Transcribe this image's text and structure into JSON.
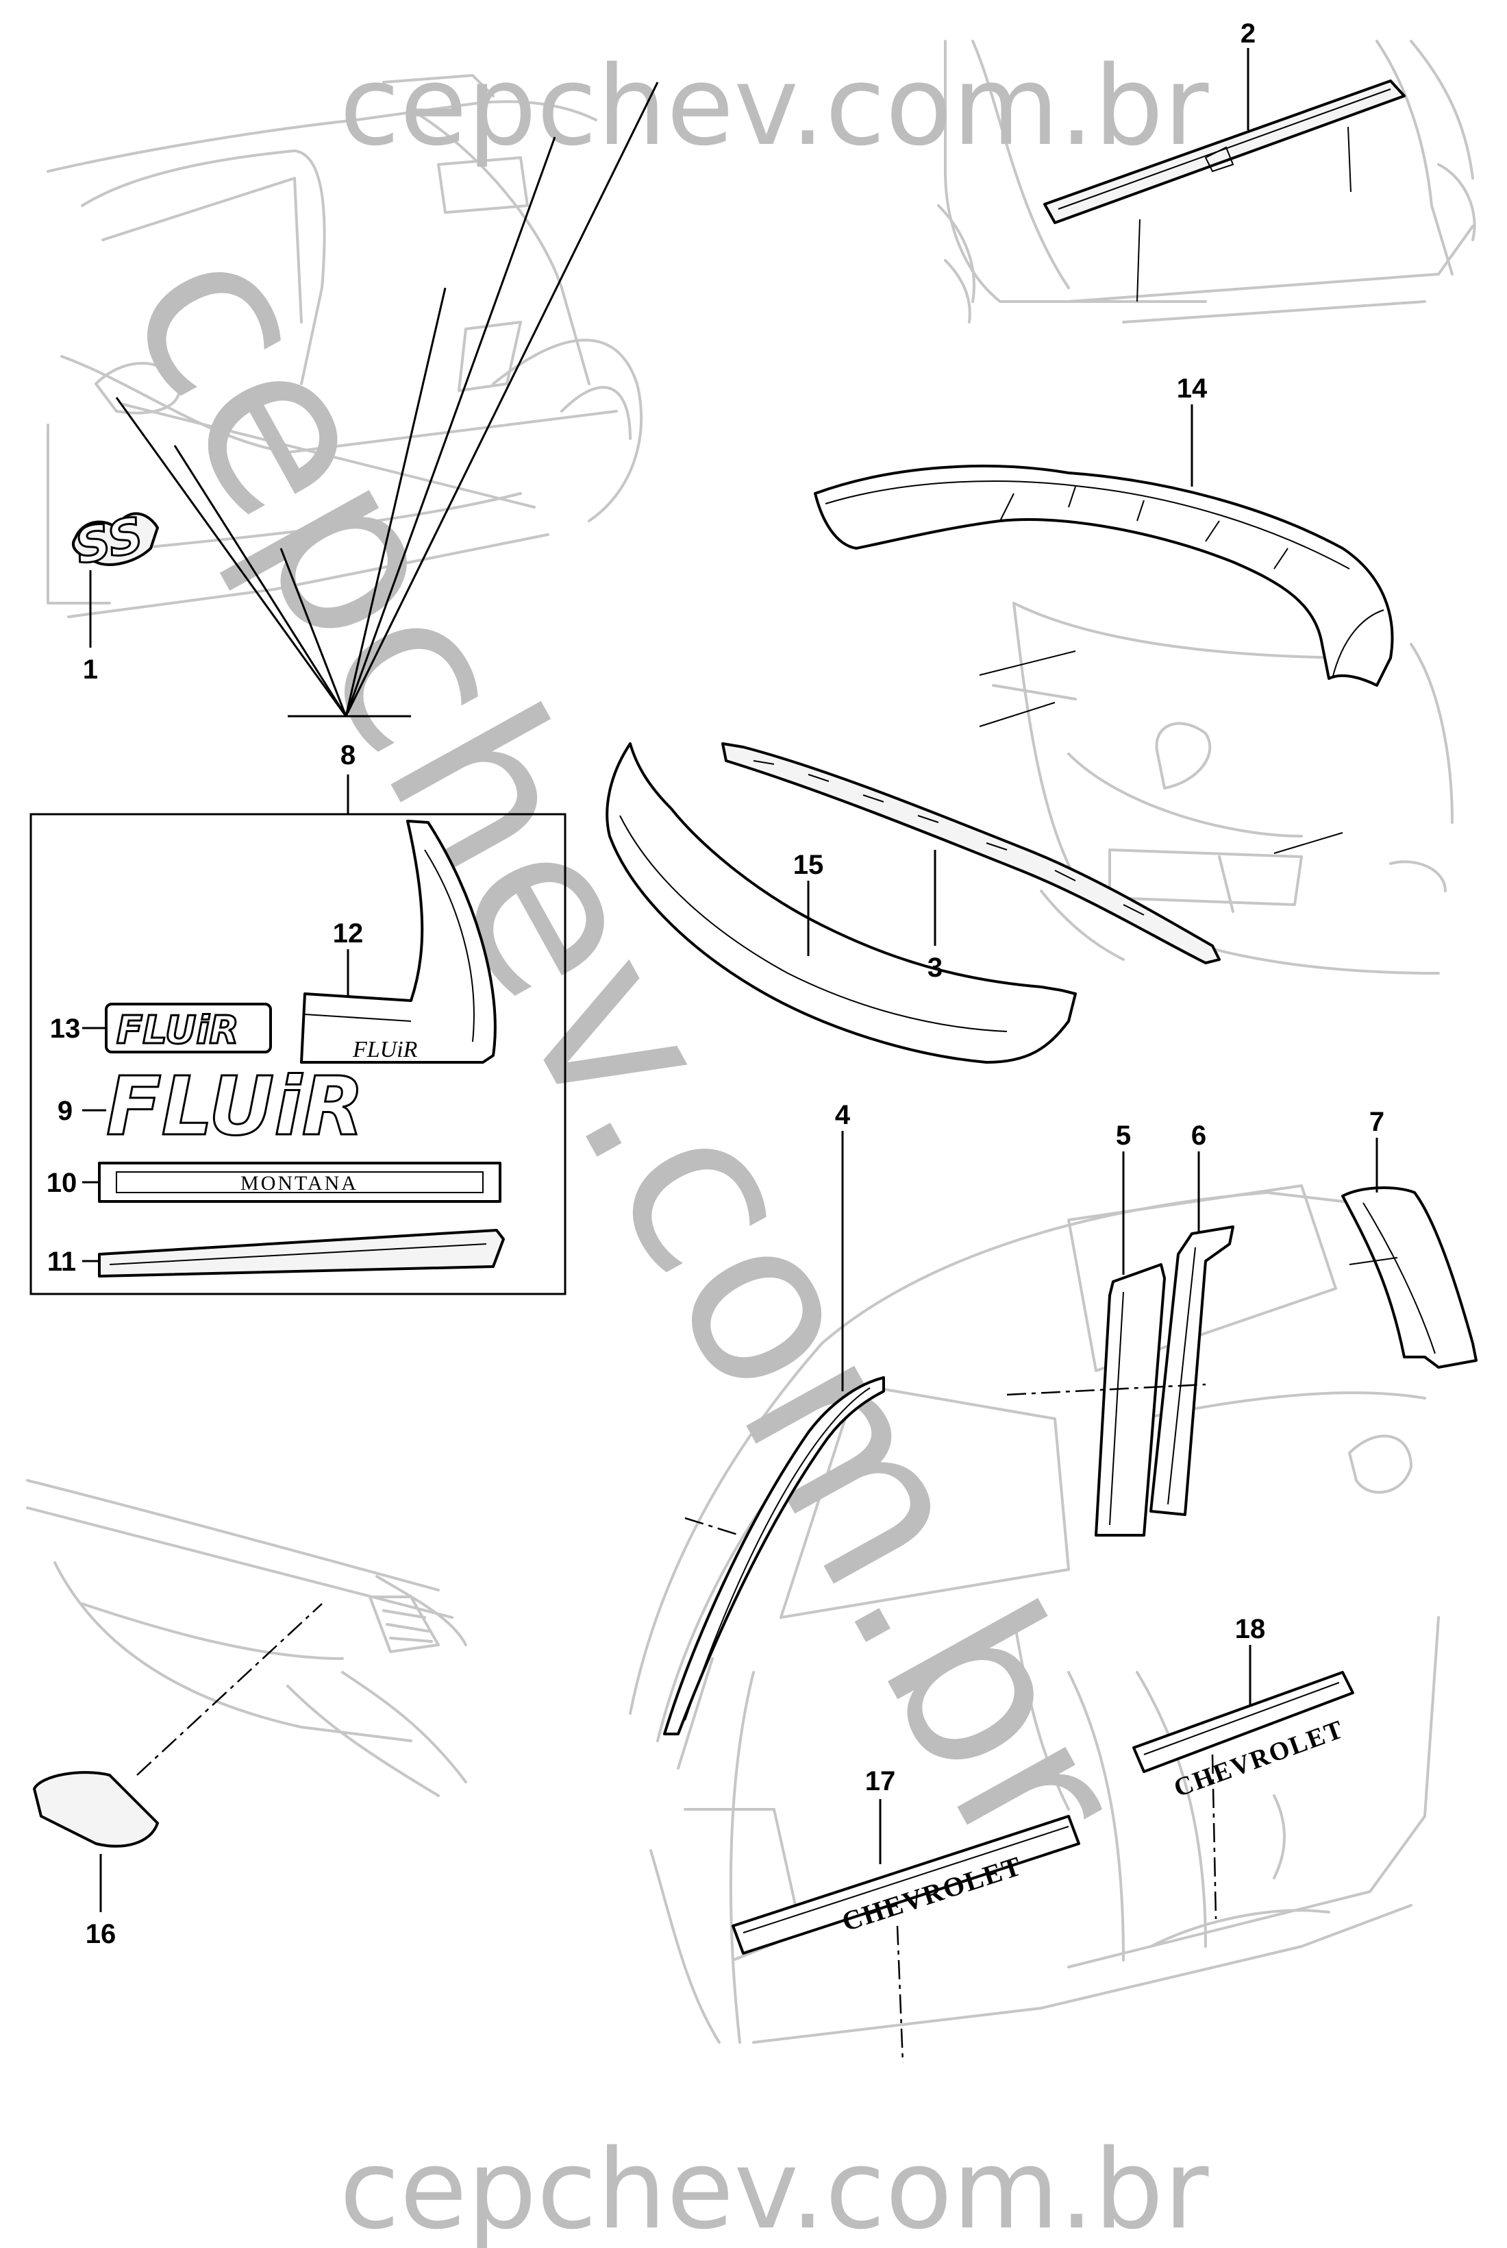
{
  "watermark": {
    "top": "cepchev.com.br",
    "bottom": "cepchev.com.br",
    "diagonal": "cepchev.com.br"
  },
  "callouts": {
    "c1": "1",
    "c2": "2",
    "c3": "3",
    "c4": "4",
    "c5": "5",
    "c6": "6",
    "c7": "7",
    "c8": "8",
    "c9": "9",
    "c10": "10",
    "c11": "11",
    "c12": "12",
    "c13": "13",
    "c14": "14",
    "c15": "15",
    "c16": "16",
    "c17": "17",
    "c18": "18"
  },
  "emblems": {
    "ss": "SS",
    "fluir": "FLUiR",
    "montana": "MONTANA",
    "chevrolet": "CHEVROLET"
  }
}
